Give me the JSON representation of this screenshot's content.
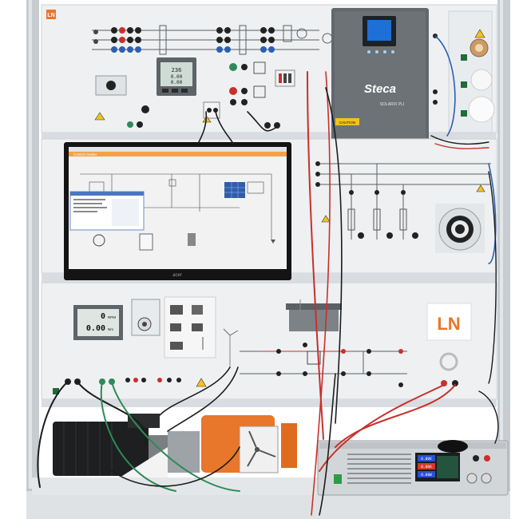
{
  "brand_badge": "LN",
  "inverter": {
    "brand": "Steca",
    "model": "SOLARIX PLI",
    "caution": "CAUTION"
  },
  "monitor": {
    "brand": "acer",
    "app_title": "Control Center"
  },
  "meter": {
    "readings": [
      "236",
      "0.00",
      "0.00"
    ]
  },
  "speed_display": {
    "rpm_value": "0",
    "rpm_unit": "RPM",
    "torque_value": "0.00",
    "torque_unit": "Nm"
  },
  "power_supply": {
    "readings": [
      "0.00V",
      "0.00A",
      "0.00W"
    ]
  },
  "ln_logo": "LN",
  "colors": {
    "panel": "#eef0f2",
    "frame": "#b9bec4",
    "inverter": "#5e6468",
    "accent_orange": "#e8762b",
    "wire_red": "#c8302a",
    "wire_green": "#2e8b57",
    "wire_blue": "#2b5fb3",
    "wire_black": "#1c1c1c"
  }
}
